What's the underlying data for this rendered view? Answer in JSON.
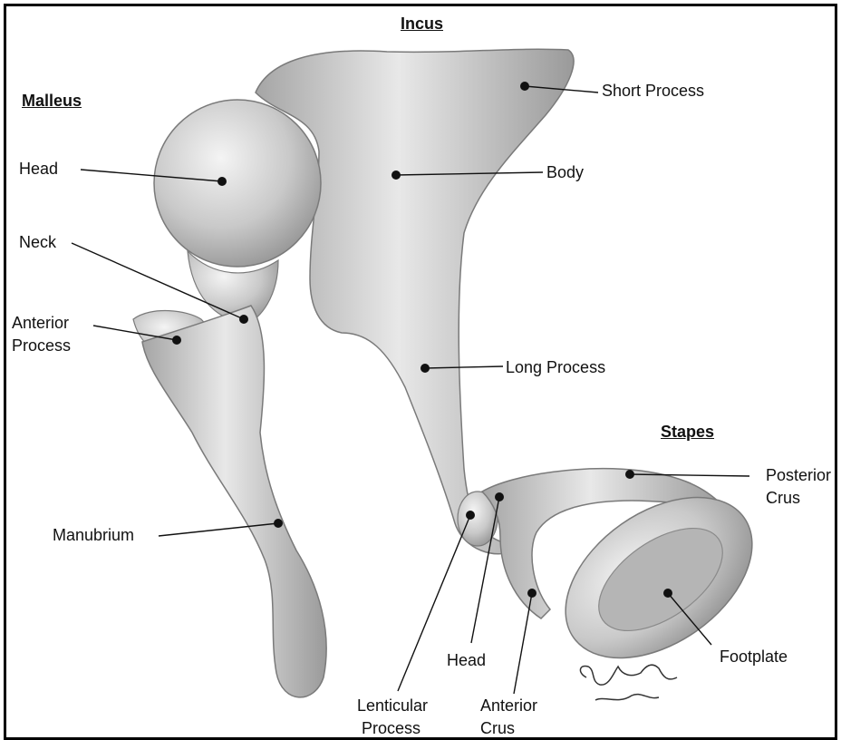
{
  "headings": {
    "incus": "Incus",
    "malleus": "Malleus",
    "stapes": "Stapes"
  },
  "malleus": {
    "head": "Head",
    "neck": "Neck",
    "anterior_process_1": "Anterior",
    "anterior_process_2": "Process",
    "manubrium": "Manubrium"
  },
  "incus": {
    "short_process": "Short Process",
    "body": "Body",
    "long_process": "Long Process",
    "lenticular_process_1": "Lenticular",
    "lenticular_process_2": "Process"
  },
  "stapes": {
    "posterior_crus_1": "Posterior",
    "posterior_crus_2": "Crus",
    "head": "Head",
    "anterior_crus_1": "Anterior",
    "anterior_crus_2": "Crus",
    "footplate": "Footplate"
  },
  "colors": {
    "bone_light": "#e9e9e9",
    "bone_mid": "#bdbdbd",
    "bone_dark": "#8a8a8a",
    "line": "#111111",
    "border": "#000000"
  }
}
